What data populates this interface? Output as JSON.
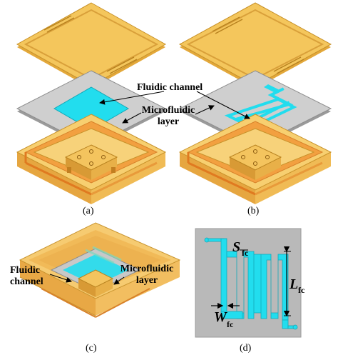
{
  "panels": {
    "a": {
      "caption": "(a)"
    },
    "b": {
      "caption": "(b)"
    },
    "c": {
      "caption": "(c)"
    },
    "d": {
      "caption": "(d)"
    }
  },
  "labels": {
    "fluidic_channel": "Fluidic channel",
    "microfluidic_line1": "Microfluidic",
    "microfluidic_line2": "layer",
    "c_fluidic_line1": "Fluidic",
    "c_fluidic_line2": "channel",
    "c_micro_line1": "Microfluidic",
    "c_micro_line2": "layer"
  },
  "dimensions": {
    "s_main": "S",
    "s_sub": "fc",
    "l_main": "L",
    "l_sub": "fc",
    "w_main": "W",
    "w_sub": "fc"
  },
  "colors": {
    "gold": "#F2C153",
    "gold_dark": "#C8922A",
    "orange": "#E8923A",
    "grey": "#C8C8C8",
    "grey_dark": "#8E8E8E",
    "cyan": "#22DDEE"
  }
}
